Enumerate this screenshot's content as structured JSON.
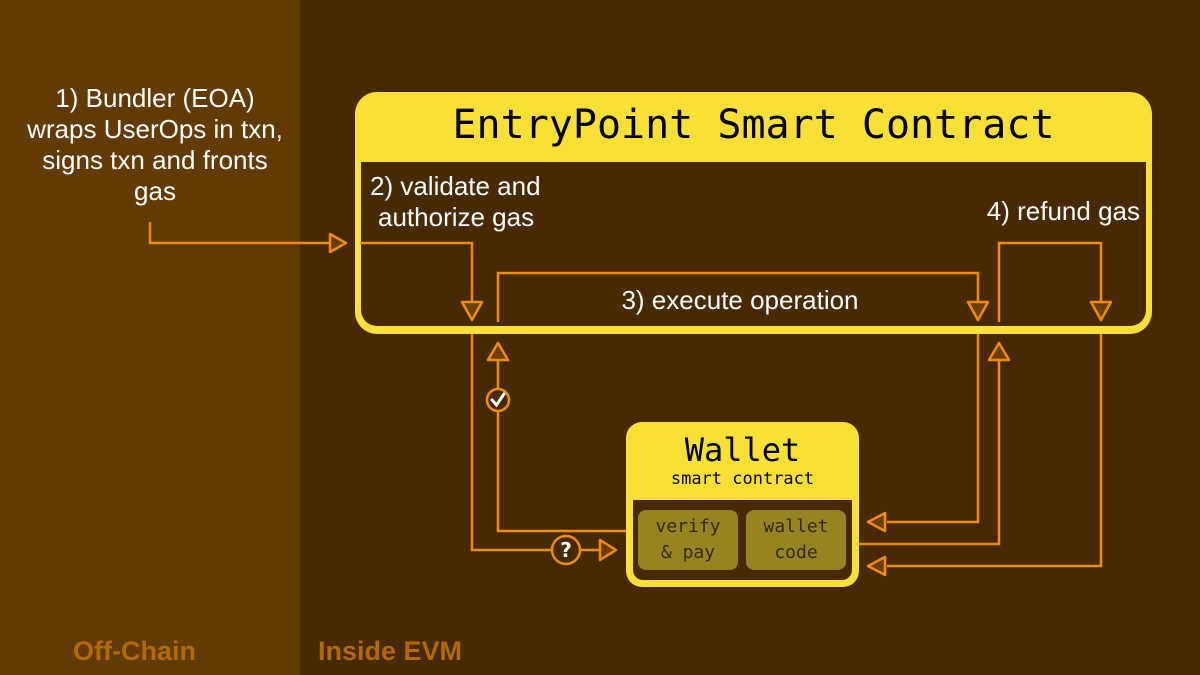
{
  "colors": {
    "offchain_bg": "#623a04",
    "evm_bg": "#472a02",
    "contract_yellow": "#f9e036",
    "flow_orange": "#f08c00",
    "region_label": "#b36a00",
    "module_olive": "#958420"
  },
  "regions": {
    "offchain": "Off-Chain",
    "evm": "Inside EVM"
  },
  "steps": {
    "step1": "1) Bundler (EOA) wraps UserOps in txn, signs txn and fronts gas",
    "step2_line1": "2) validate and",
    "step2_line2": "authorize gas",
    "step3": "3) execute operation",
    "step4": "4) refund gas"
  },
  "entrypoint": {
    "title": "EntryPoint Smart Contract"
  },
  "wallet": {
    "title": "Wallet",
    "subtitle": "smart contract",
    "modules": [
      {
        "line1": "verify",
        "line2": "& pay"
      },
      {
        "line1": "wallet",
        "line2": "code"
      }
    ]
  },
  "badges": {
    "check_icon": "check-icon",
    "question": "?"
  }
}
